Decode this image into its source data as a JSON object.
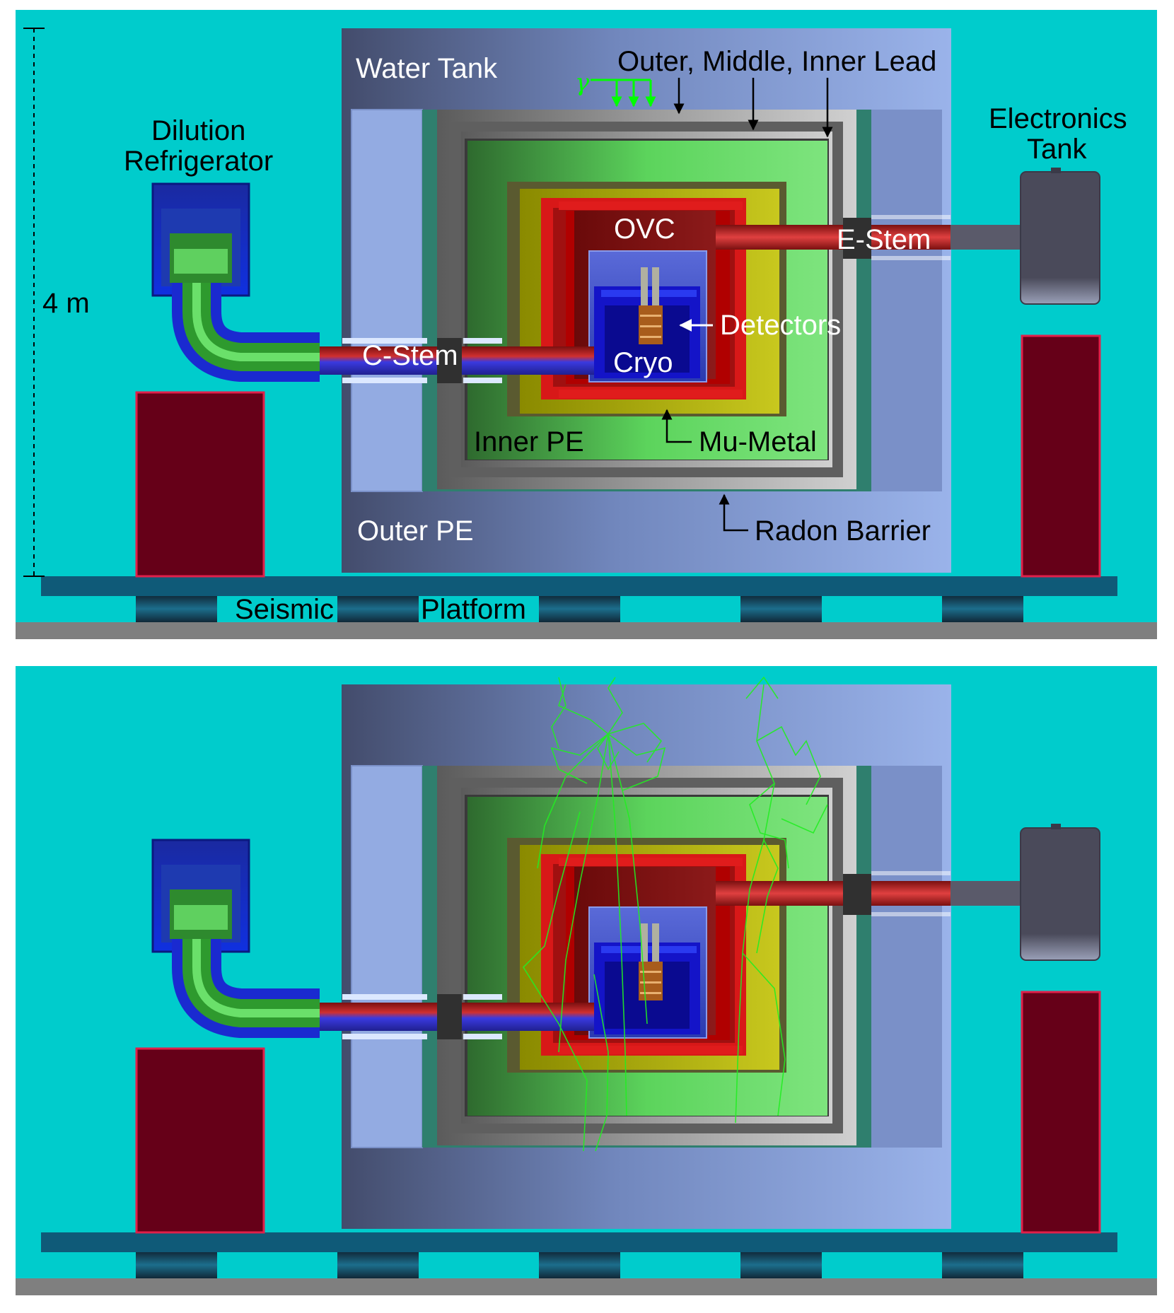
{
  "figure": {
    "colors": {
      "background": "#00cccc",
      "ground": "#808080",
      "water_tank": "#6f86c0",
      "outer_pe": "#96aee0",
      "lead": "#8f8f8f",
      "inner_pe": "#4cc04c",
      "mu_metal": "#a8a800",
      "ovc": "#7e1010",
      "red_parts": "#d81818",
      "cryo": "#1a1ac0",
      "stems": "#c03030",
      "support_blocks": "#66001a",
      "platform": "#0f5a78",
      "gamma": "#00ff00",
      "electronics_tank": "#484858"
    },
    "labels": {
      "water_tank": "Water Tank",
      "lead": "Outer, Middle, Inner Lead",
      "dilution_line1": "Dilution",
      "dilution_line2": "Refrigerator",
      "electronics_line1": "Electronics",
      "electronics_line2": "Tank",
      "scale": "4 m",
      "ovc": "OVC",
      "e_stem": "E-Stem",
      "detectors": "Detectors",
      "c_stem": "C-Stem",
      "cryo": "Cryo",
      "inner_pe": "Inner PE",
      "mu_metal": "Mu-Metal",
      "outer_pe": "Outer PE",
      "radon_barrier": "Radon Barrier",
      "seismic": "Seismic",
      "platform": "Platform",
      "gamma": "γ"
    }
  }
}
